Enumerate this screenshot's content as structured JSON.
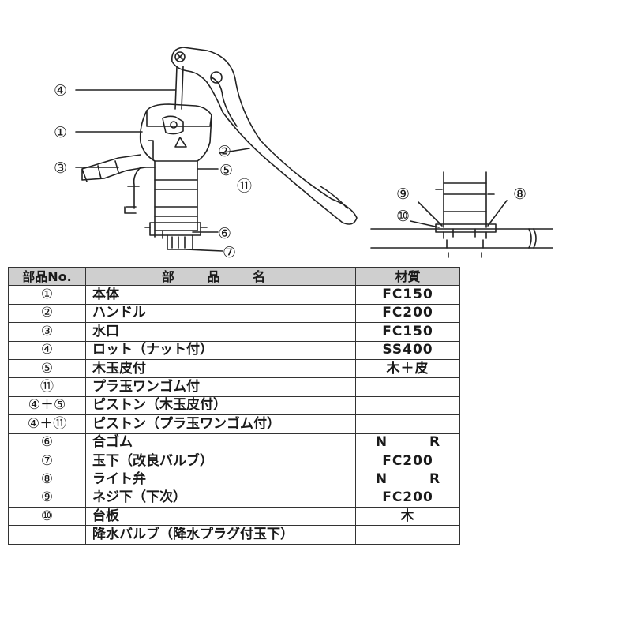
{
  "diagram": {
    "main_callouts": [
      "④",
      "①",
      "③",
      "②",
      "⑤",
      "⑪",
      "⑥",
      "⑦"
    ],
    "detail_callouts": [
      "⑨",
      "⑧",
      "⑩"
    ]
  },
  "table": {
    "headers": [
      "部品No.",
      "部 品 名",
      "材質"
    ],
    "rows": [
      {
        "no": "①",
        "name": "本体",
        "material": "FC150"
      },
      {
        "no": "②",
        "name": "ハンドル",
        "material": "FC200"
      },
      {
        "no": "③",
        "name": "水口",
        "material": "FC150"
      },
      {
        "no": "④",
        "name": "ロット（ナット付）",
        "material": "SS400"
      },
      {
        "no": "⑤",
        "name": "木玉皮付",
        "material": "木＋皮"
      },
      {
        "no": "⑪",
        "name": "プラ玉ワンゴム付",
        "material": ""
      },
      {
        "no": "④＋⑤",
        "name": "ピストン（木玉皮付）",
        "material": ""
      },
      {
        "no": "④＋⑪",
        "name": "ピストン（プラ玉ワンゴム付）",
        "material": ""
      },
      {
        "no": "⑥",
        "name": "合ゴム",
        "material": "N R"
      },
      {
        "no": "⑦",
        "name": "玉下（改良バルブ）",
        "material": "FC200"
      },
      {
        "no": "⑧",
        "name": "ライト弁",
        "material": "N R"
      },
      {
        "no": "⑨",
        "name": "ネジ下（下次）",
        "material": "FC200"
      },
      {
        "no": "⑩",
        "name": "台板",
        "material": "木"
      },
      {
        "no": "",
        "name": "降水バルブ（降水プラグ付玉下）",
        "material": ""
      }
    ]
  }
}
